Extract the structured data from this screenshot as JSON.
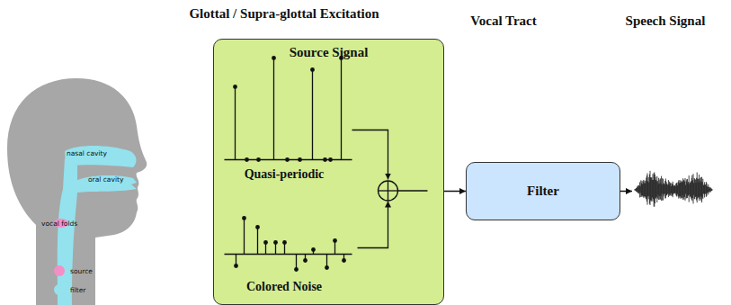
{
  "diagram": {
    "nodes": [
      {
        "text": [
          "Source Signal"
        ]
      },
      {
        "text": [
          "Filter"
        ]
      }
    ],
    "edges": [
      {
        "from": 0,
        "to": 1,
        "arrow": "to"
      }
    ],
    "labels": [
      "Glottal / Supra-glottal Excitation",
      "Vocal Tract",
      "Speech Signal",
      "Quasi-periodic",
      "Colored Noise",
      "nasal cavity",
      "oral cavity",
      "vocal folds"
    ],
    "legend": [
      {
        "text": "source",
        "color": "#f48fc6"
      },
      {
        "text": "filter",
        "color": "#93e2ee"
      }
    ]
  }
}
